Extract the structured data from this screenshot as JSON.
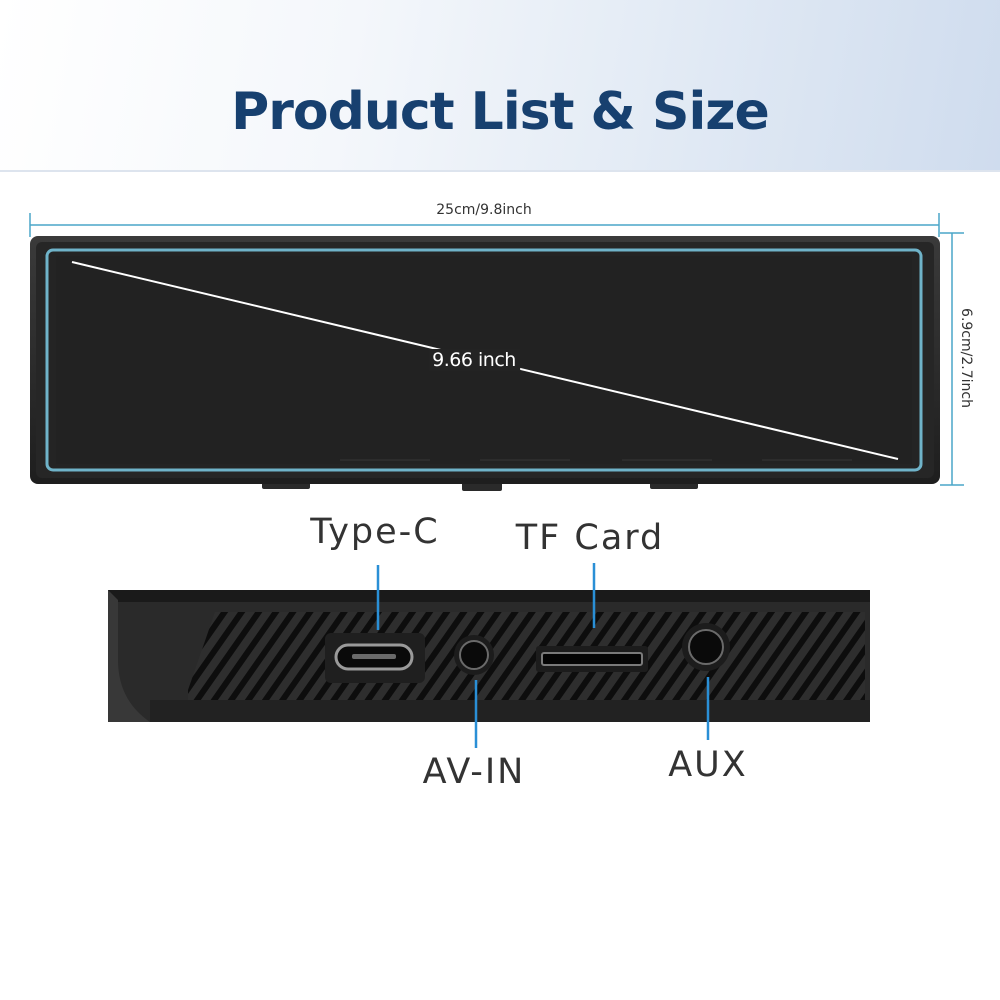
{
  "header": {
    "title": "Product List & Size"
  },
  "dimensions": {
    "width_label": "25cm/9.8inch",
    "height_label": "6.9cm/2.7inch",
    "diagonal_label": "9.66 inch"
  },
  "ports": {
    "type_c": "Type-C",
    "tf_card": "TF Card",
    "av_in": "AV-IN",
    "aux": "AUX"
  },
  "colors": {
    "title": "#17406f",
    "callout_line": "#2a8fd6",
    "screen_border": "#6fb3c9"
  }
}
